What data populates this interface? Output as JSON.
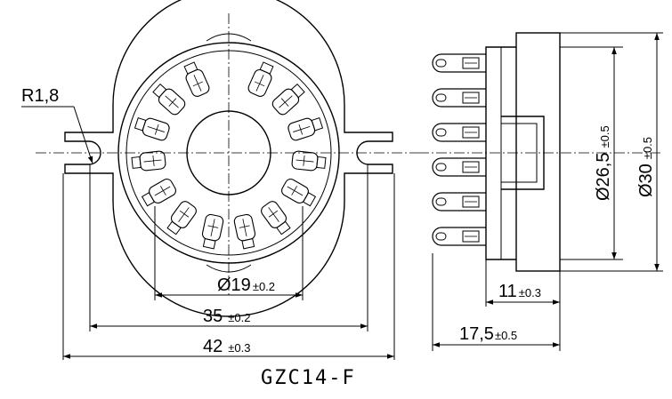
{
  "model": "GZC14-F",
  "radius_label": "R1,8",
  "dimensions": {
    "d19": {
      "value": "Ø19",
      "tol": "±0.2"
    },
    "w35": {
      "value": "35",
      "tol": "±0.2"
    },
    "w42": {
      "value": "42",
      "tol": "±0.3"
    },
    "d265": {
      "value": "Ø26,5",
      "tol": "±0.5"
    },
    "d30": {
      "value": "Ø30",
      "tol": "±0.5"
    },
    "h11": {
      "value": "11",
      "tol": "±0.3"
    },
    "h175": {
      "value": "17,5",
      "tol": "±0.5"
    }
  },
  "pin_count": 14
}
